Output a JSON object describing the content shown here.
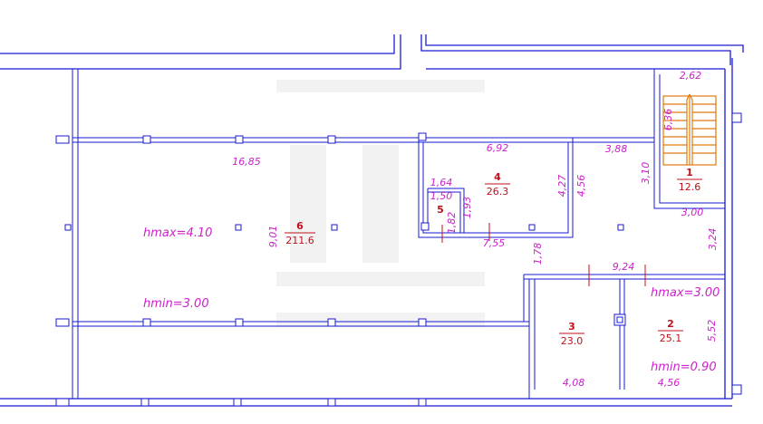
{
  "rooms": [
    {
      "num": "1",
      "area": "12.6"
    },
    {
      "num": "2",
      "area": "25.1"
    },
    {
      "num": "3",
      "area": "23.0"
    },
    {
      "num": "4",
      "area": "26.3"
    },
    {
      "num": "5",
      "area": ""
    },
    {
      "num": "6",
      "area": "211.6"
    }
  ],
  "dims": {
    "d_2_62": "2,62",
    "d_6_36": "6,36",
    "d_16_85": "16,85",
    "d_6_92": "6,92",
    "d_3_88": "3,88",
    "d_3_10": "3,10",
    "d_3_00": "3,00",
    "d_1_64": "1,64",
    "d_1_50": "1,50",
    "d_1_82": "1,82",
    "d_1_93": "1,93",
    "d_4_27": "4,27",
    "d_4_56a": "4,56",
    "d_9_01": "9,01",
    "d_7_55": "7,55",
    "d_1_78": "1,78",
    "d_3_24": "3,24",
    "d_9_24": "9,24",
    "d_5_52": "5,52",
    "d_4_08": "4,08",
    "d_4_56b": "4,56"
  },
  "heights": {
    "hmax_main": "hmax=4.10",
    "hmin_main": "hmin=3.00",
    "hmax_right": "hmax=3.00",
    "hmin_right": "hmin=0.90"
  },
  "colors": {
    "walls": "#1a1ad6",
    "dimensions": "#cc22cc",
    "room_labels": "#c0101a",
    "stairs": "#e07a10"
  }
}
